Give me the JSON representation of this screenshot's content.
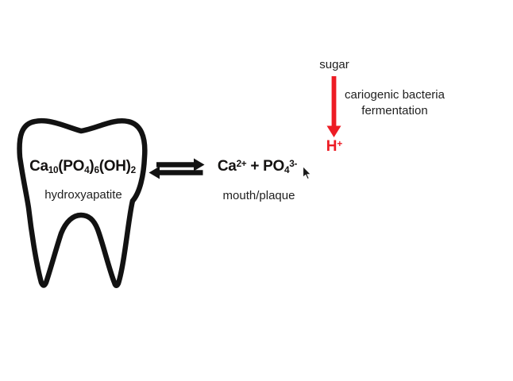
{
  "colors": {
    "ink": "#121212",
    "text": "#1f1f1f",
    "accent_red": "#ed1c24",
    "background": "#ffffff"
  },
  "diagram": {
    "reactant": {
      "formula_segments": [
        {
          "t": "Ca"
        },
        {
          "t": "10",
          "s": "sub"
        },
        {
          "t": "(PO"
        },
        {
          "t": "4",
          "s": "sub"
        },
        {
          "t": ")"
        },
        {
          "t": "6",
          "s": "sub"
        },
        {
          "t": "(OH)"
        },
        {
          "t": "2",
          "s": "sub"
        }
      ],
      "name": "hydroxyapatite"
    },
    "products": {
      "formula_segments": [
        {
          "t": "Ca"
        },
        {
          "t": "2+",
          "s": "sup"
        },
        {
          "t": " + "
        },
        {
          "t": "PO"
        },
        {
          "t": "4",
          "s": "sub"
        },
        {
          "t": "3-",
          "s": "sup"
        }
      ],
      "location": "mouth/plaque"
    },
    "acid_pathway": {
      "input": "sugar",
      "process_line1": "cariogenic bacteria",
      "process_line2": "fermentation",
      "output_segments": [
        {
          "t": "H"
        },
        {
          "t": "+",
          "s": "sup"
        }
      ]
    }
  }
}
